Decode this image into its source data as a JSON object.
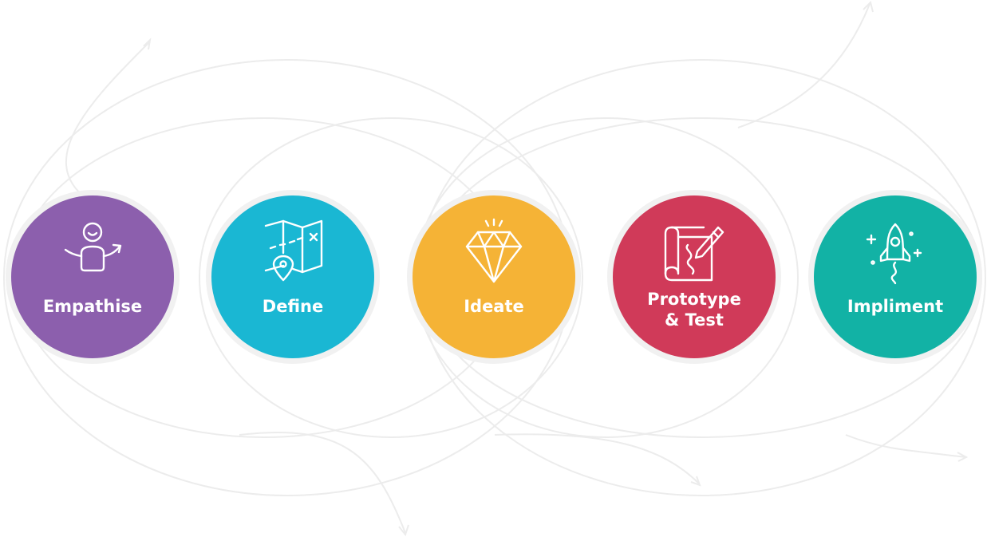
{
  "stages": [
    {
      "label": "Empathise",
      "color": "#8c5fad",
      "icon": "person-growth-icon"
    },
    {
      "label": "Define",
      "color": "#1ab7d3",
      "icon": "map-pin-icon"
    },
    {
      "label": "Ideate",
      "color": "#f5b336",
      "icon": "diamond-icon"
    },
    {
      "label_line1": "Prototype",
      "label_line2": "& Test",
      "color": "#d03a59",
      "icon": "blueprint-pencil-icon"
    },
    {
      "label": "Impliment",
      "color": "#12b2a5",
      "icon": "rocket-icon"
    }
  ],
  "connector_color": "#ececec"
}
